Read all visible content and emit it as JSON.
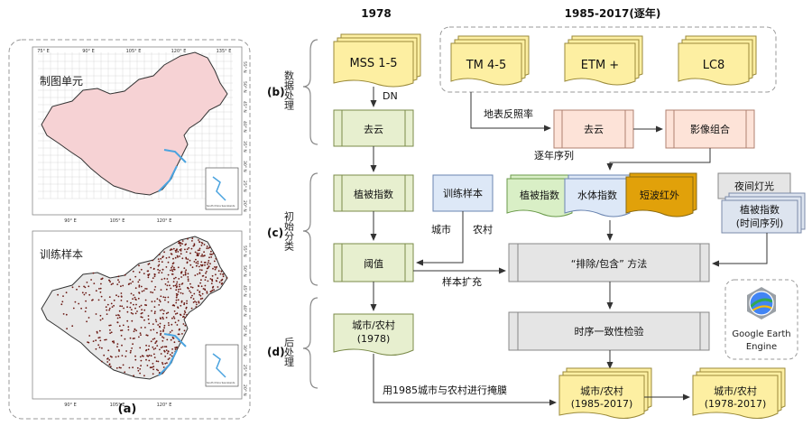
{
  "panel_a": {
    "map_top_label": "制图单元",
    "map_bottom_label": "训练样本",
    "panel_label": "(a)",
    "lon_ticks_top": [
      "75° E",
      "90° E",
      "105° E",
      "120° E",
      "135° E"
    ],
    "lon_ticks_bottom": [
      "90° E",
      "105° E",
      "120° E"
    ],
    "lat_ticks": [
      "55° N",
      "50° N",
      "45° N",
      "40° N",
      "35° N",
      "30° N",
      "25° N",
      "20° N"
    ],
    "inset_caption": "South China Sea Islands"
  },
  "headers": {
    "year_1978": "1978",
    "year_range": "1985-2017(逐年)"
  },
  "stages": {
    "b_label": "(b)",
    "b_text": "数据处理",
    "c_label": "(c)",
    "c_text": "初始分类",
    "d_label": "(d)",
    "d_text": "后处理"
  },
  "nodes": {
    "mss": "MSS 1-5",
    "tm": "TM 4-5",
    "etm": "ETM +",
    "lc8": "LC8",
    "cloud_1978": "去云",
    "cloud_later": "去云",
    "composite": "影像组合",
    "veg_index_1978": "植被指数",
    "training_samples": "训练样本",
    "veg_stack": "植被指数",
    "water_stack": "水体指数",
    "swir_stack": "短波红外",
    "night_light": "夜间灯光",
    "veg_ts_line1": "植被指数",
    "veg_ts_line2": "(时间序列)",
    "threshold": "阈值",
    "exclusion_method": "“排除/包含” 方法",
    "consistency_check": "时序一致性检验",
    "result_1978_line1": "城市/农村",
    "result_1978_line2": "(1978)",
    "result_8517_line1": "城市/农村",
    "result_8517_line2": "(1985-2017)",
    "result_7817_line1": "城市/农村",
    "result_7817_line2": "(1978-2017)"
  },
  "edge_labels": {
    "dn": "DN",
    "surface_reflectance": "地表反照率",
    "annual_series": "逐年序列",
    "urban": "城市",
    "rural": "农村",
    "sample_expansion": "样本扩充",
    "masking": "用1985城市与农村进行掩膜"
  },
  "logo": {
    "line1": "Google Earth",
    "line2": "Engine"
  },
  "colors": {
    "landsat_yellow": "#fdefa2",
    "veg_green": "#e7efcf",
    "pink": "#fde3d8",
    "blue": "#dde8f7",
    "gray": "#e5e5e5",
    "swir_gold": "#e1a10a",
    "veg_stack_green": "#d9efc6",
    "map_pink": "#f6d2d4",
    "sample_dot": "#6b1a14"
  }
}
